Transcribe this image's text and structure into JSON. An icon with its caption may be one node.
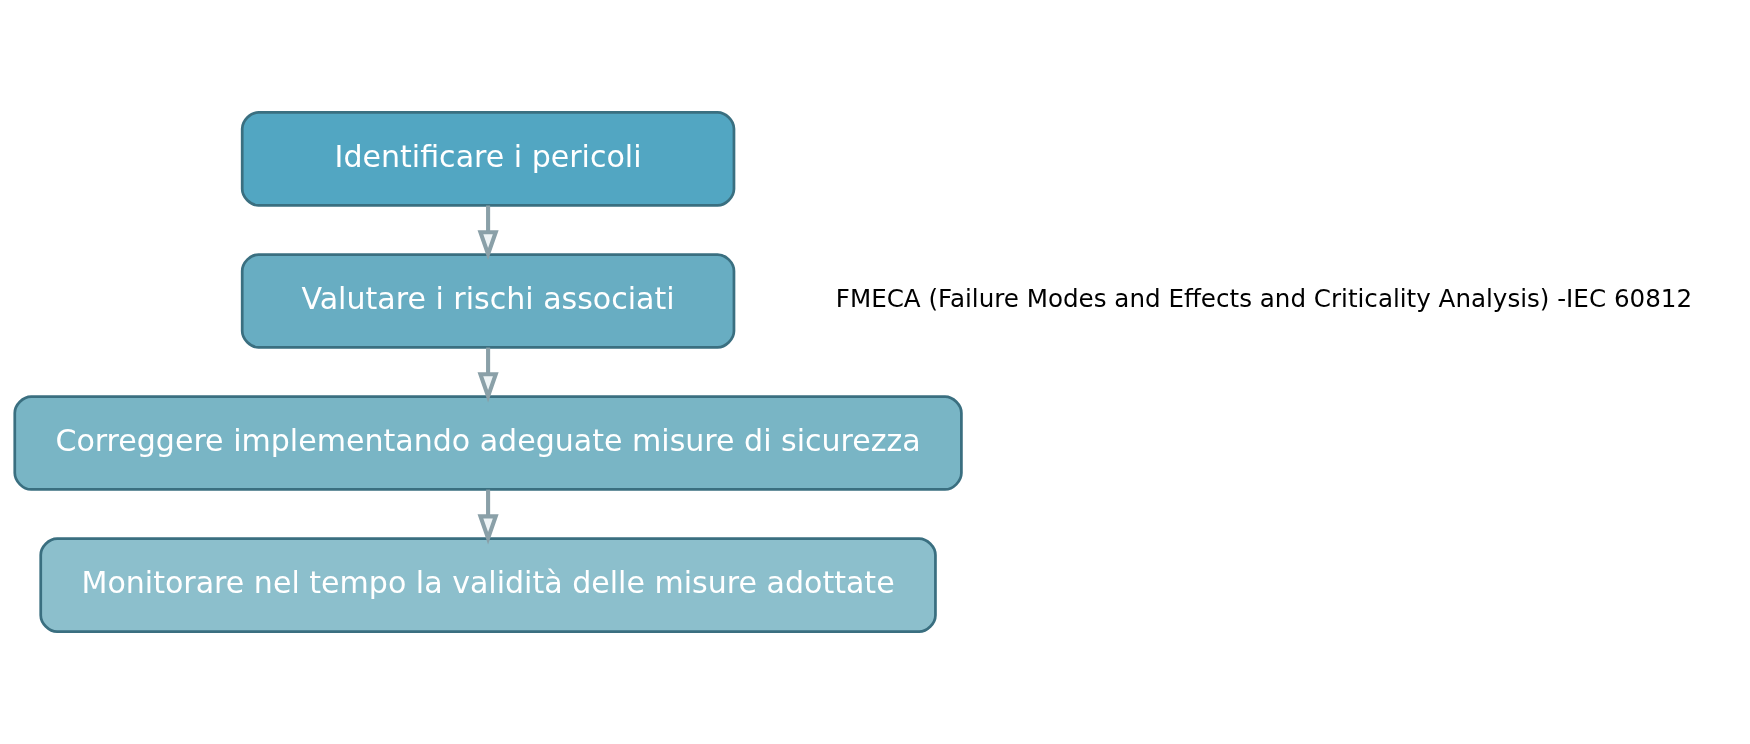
{
  "diagram": {
    "nodes": [
      {
        "text": [
          "Identificare i pericoli"
        ]
      },
      {
        "text": [
          "Valutare i rischi associati"
        ]
      },
      {
        "text": [
          "Correggere implementando adeguate misure di sicurezza"
        ]
      },
      {
        "text": [
          "Monitorare nel tempo la validità delle misure adottate"
        ]
      }
    ],
    "edges": [
      {
        "from": 0,
        "to": 1,
        "arrow": "to"
      },
      {
        "from": 1,
        "to": 2,
        "arrow": "to"
      },
      {
        "from": 2,
        "to": 3,
        "arrow": "to"
      }
    ],
    "labels": [
      "FMECA (Failure Modes and Effects and Criticality Analysis) -IEC 60812"
    ]
  }
}
